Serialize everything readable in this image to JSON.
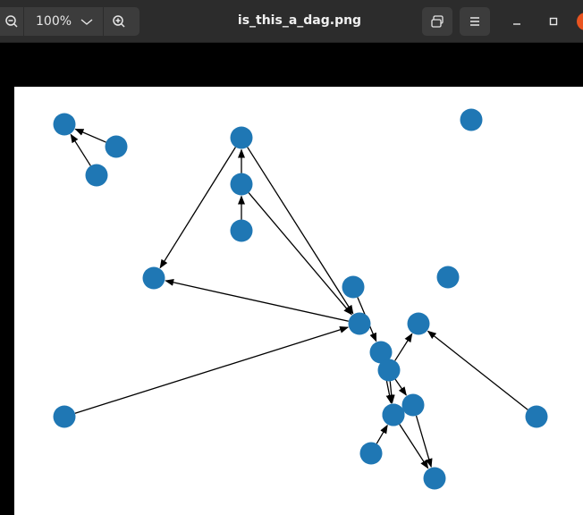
{
  "window": {
    "title": "is_this_a_dag.png",
    "zoom_level": "100%",
    "icons": {
      "zoom_out": "zoom-out-icon",
      "zoom_dropdown": "chevron-down-icon",
      "zoom_in": "zoom-in-icon",
      "fit": "fit-window-icon",
      "menu": "hamburger-menu-icon",
      "minimize": "minimize-icon",
      "maximize": "maximize-icon",
      "close": "close-icon"
    },
    "colors": {
      "titlebar": "#2c2c2c",
      "button": "#3c3c3c",
      "close_accent": "#e95420"
    }
  },
  "graph": {
    "node_color": "#1f77b4",
    "edge_color": "#000000",
    "nodes": [
      {
        "id": "n1"
      },
      {
        "id": "n2"
      },
      {
        "id": "n3"
      },
      {
        "id": "n4"
      },
      {
        "id": "n5"
      },
      {
        "id": "n6"
      },
      {
        "id": "n7"
      },
      {
        "id": "n8"
      },
      {
        "id": "n9"
      },
      {
        "id": "n10"
      },
      {
        "id": "n11"
      },
      {
        "id": "n12"
      },
      {
        "id": "n13"
      },
      {
        "id": "n14"
      },
      {
        "id": "n15"
      },
      {
        "id": "n16"
      },
      {
        "id": "n17"
      },
      {
        "id": "n18"
      },
      {
        "id": "n19"
      },
      {
        "id": "n20"
      },
      {
        "id": "n21"
      }
    ],
    "edges": [
      [
        "n3",
        "n1"
      ],
      [
        "n2",
        "n1"
      ],
      [
        "n6",
        "n5"
      ],
      [
        "n7",
        "n6"
      ],
      [
        "n5",
        "n10"
      ],
      [
        "n6",
        "n10"
      ],
      [
        "n5",
        "n8"
      ],
      [
        "n10",
        "n8"
      ],
      [
        "n17",
        "n10"
      ],
      [
        "n9",
        "n13"
      ],
      [
        "n13",
        "n16"
      ],
      [
        "n14",
        "n12"
      ],
      [
        "n14",
        "n15"
      ],
      [
        "n14",
        "n18"
      ],
      [
        "n15",
        "n19"
      ],
      [
        "n18",
        "n19"
      ],
      [
        "n20",
        "n18"
      ],
      [
        "n21",
        "n12"
      ]
    ]
  }
}
